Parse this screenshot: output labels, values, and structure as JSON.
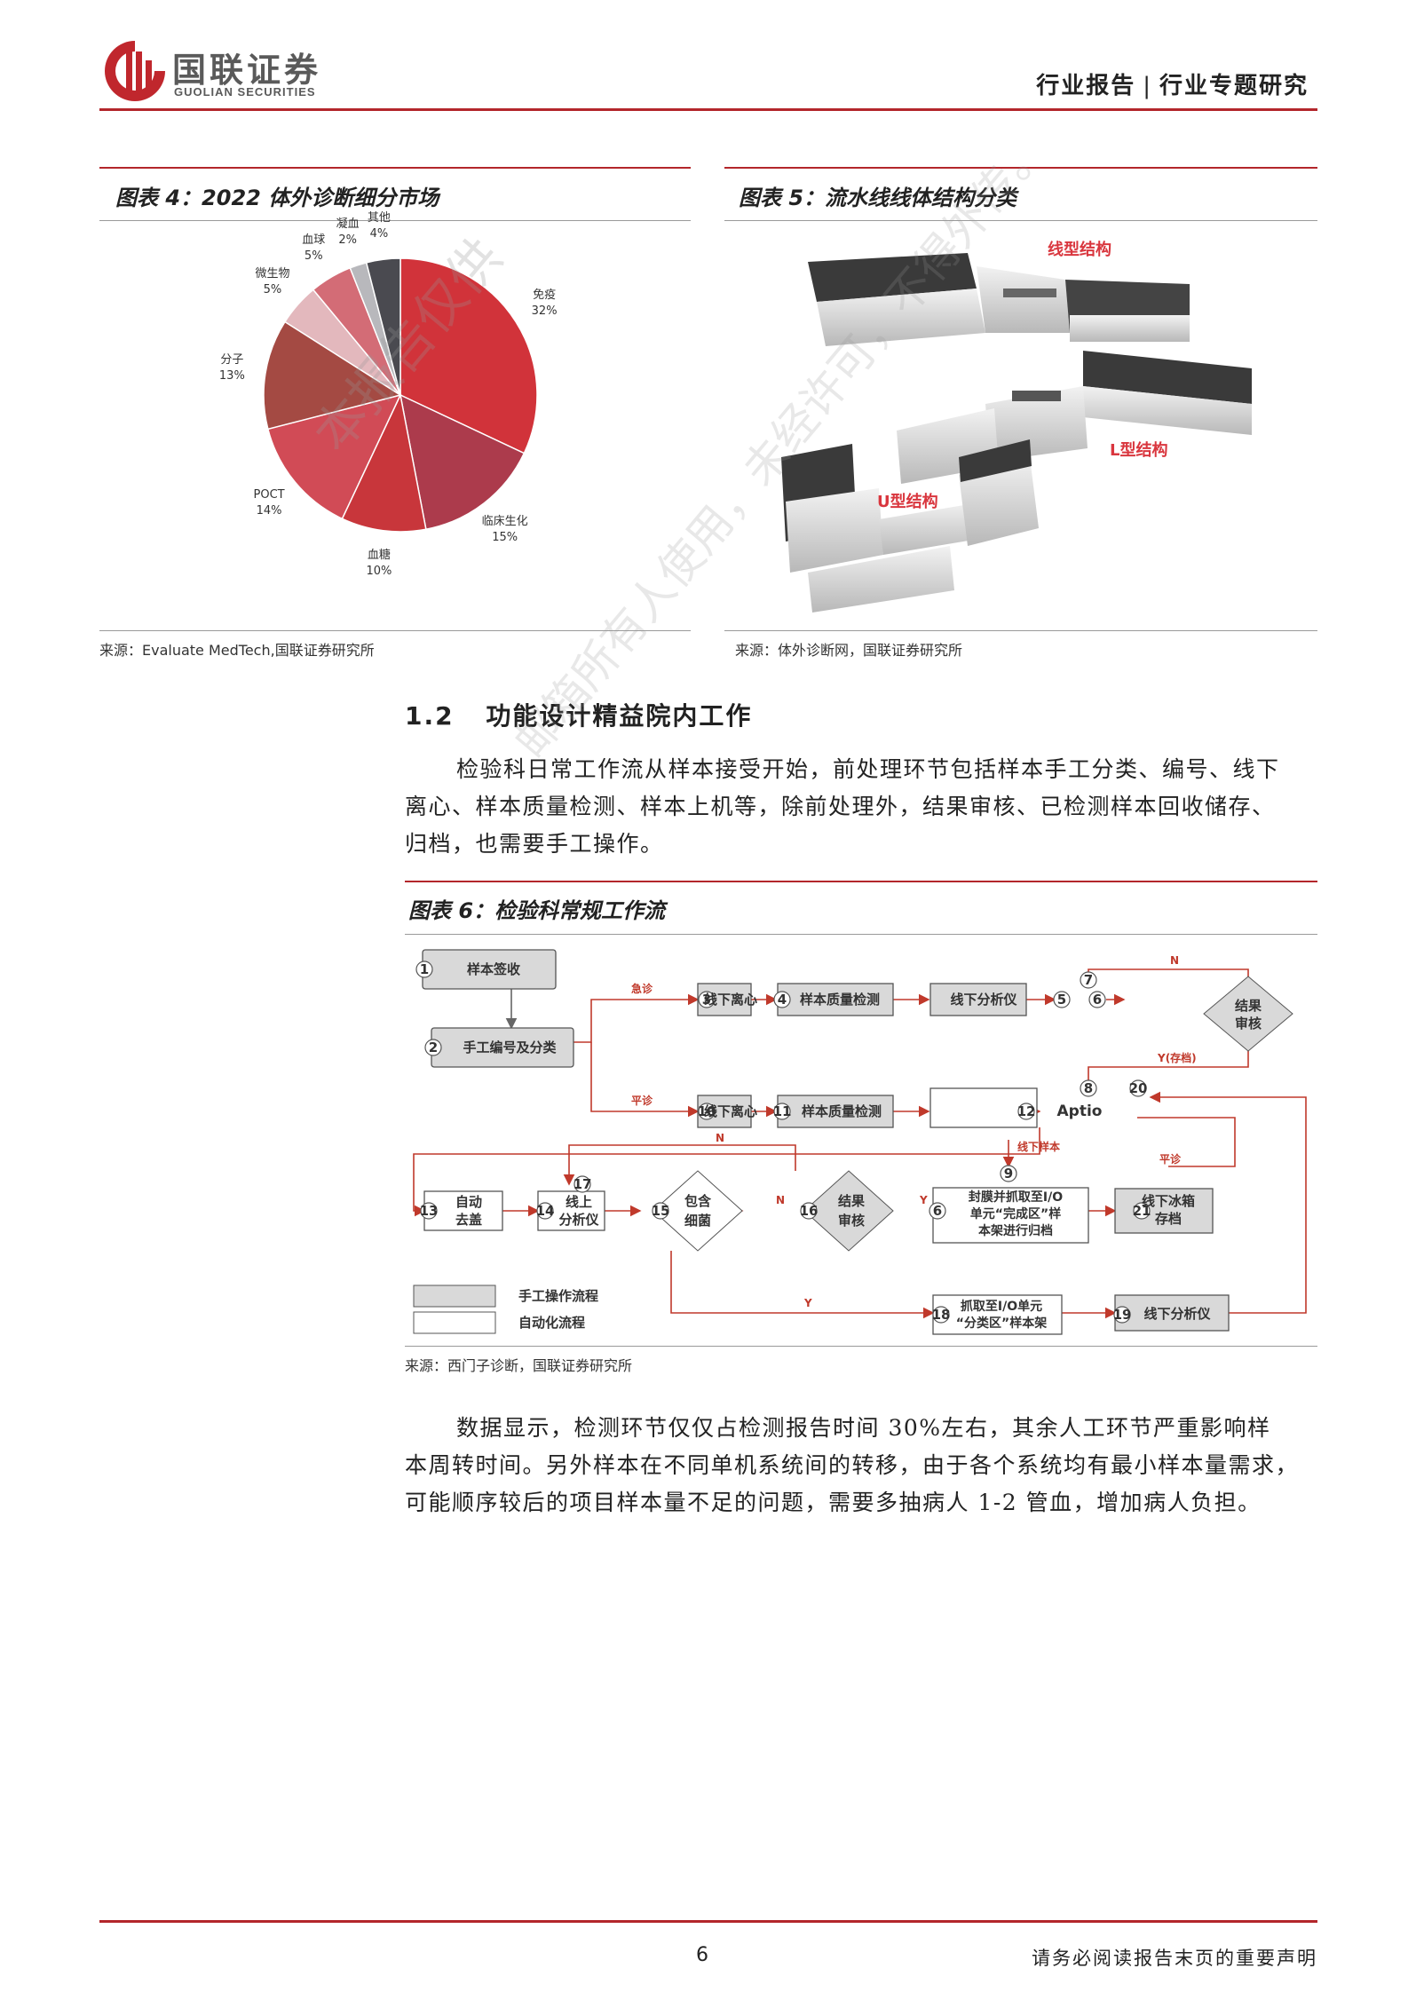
{
  "header": {
    "brand_cn": "国联证券",
    "brand_en": "GUOLIAN SECURITIES",
    "report_type": "行业报告",
    "report_subtype": "行业专题研究"
  },
  "figure4": {
    "title": "图表 4：2022 体外诊断细分市场",
    "source": "来源：Evaluate MedTech,国联证券研究所"
  },
  "figure5": {
    "title": "图表 5：流水线线体结构分类",
    "source": "来源：体外诊断网，国联证券研究所",
    "labels": [
      "线型结构",
      "L型结构",
      "U型结构"
    ]
  },
  "chart_data": {
    "type": "pie",
    "title": "",
    "categories": [
      "免疫",
      "临床生化",
      "血糖",
      "POCT",
      "分子",
      "微生物",
      "血球",
      "凝血",
      "其他"
    ],
    "values": [
      32,
      15,
      10,
      14,
      13,
      5,
      5,
      2,
      4
    ],
    "value_labels": [
      "32%",
      "15%",
      "10%",
      "14%",
      "13%",
      "5%",
      "5%",
      "2%",
      "4%"
    ],
    "colors": [
      "#d1333a",
      "#ac3b4c",
      "#c8363b",
      "#d14b56",
      "#a44a43",
      "#e3b8bd",
      "#d36c76",
      "#b8b8bc",
      "#4a4a50"
    ]
  },
  "section": {
    "number": "1.2",
    "title": "功能设计精益院内工作",
    "paragraph1": [
      "检验科日常工作流从样本接受开始，前处理环节包括样本手工分类、编号、线下",
      "离心、样本质量检测、样本上机等，除前处理外，结果审核、已检测样本回收储存、",
      "归档，也需要手工操作。"
    ],
    "paragraph2": [
      "数据显示，检测环节仅仅占检测报告时间 30%左右，其余人工环节严重影响样",
      "本周转时间。另外样本在不同单机系统间的转移，由于各个系统均有最小样本量需求，",
      "可能顺序较后的项目样本量不足的问题，需要多抽病人 1-2 管血，增加病人负担。"
    ]
  },
  "figure6": {
    "title": "图表 6：检验科常规工作流",
    "source": "来源：西门子诊断，国联证券研究所",
    "nodes": {
      "n1": "样本签收",
      "n2": "手工编号及分类",
      "n3": "线下离心",
      "n4": "样本质量检测",
      "n5": "线下分析仪",
      "n6a": "结果",
      "n6b": "审核",
      "n10": "线下离心",
      "n11": "样本质量检测",
      "n12": "Aptio",
      "n13a": "自动",
      "n13b": "去盖",
      "n14a": "线上",
      "n14b": "分析仪",
      "n15a": "包含",
      "n15b": "细菌",
      "n16a": "结果",
      "n16b": "审核",
      "n9a": "封膜并抓取至I/O",
      "n9b": "单元“完成区”样",
      "n9c": "本架进行归档",
      "n21a": "线下冰箱",
      "n21b": "存档",
      "n18a": "抓取至I/O单元",
      "n18b": "“分类区”样本架",
      "n19": "线下分析仪"
    },
    "edge_labels": {
      "urgent": "急诊",
      "routine": "平诊",
      "n": "N",
      "y_store": "Y(存档)",
      "offline_sample": "线下样本",
      "routine2": "平诊",
      "n2": "N",
      "n3": "N",
      "y": "Y",
      "y2": "Y"
    },
    "legend": [
      "手工操作流程",
      "自动化流程"
    ]
  },
  "watermark": [
    "本报告仅供",
    "邮箱所有人使用，未经许可，不得外传。"
  ],
  "footer": {
    "page": "6",
    "note": "请务必阅读报告末页的重要声明"
  }
}
